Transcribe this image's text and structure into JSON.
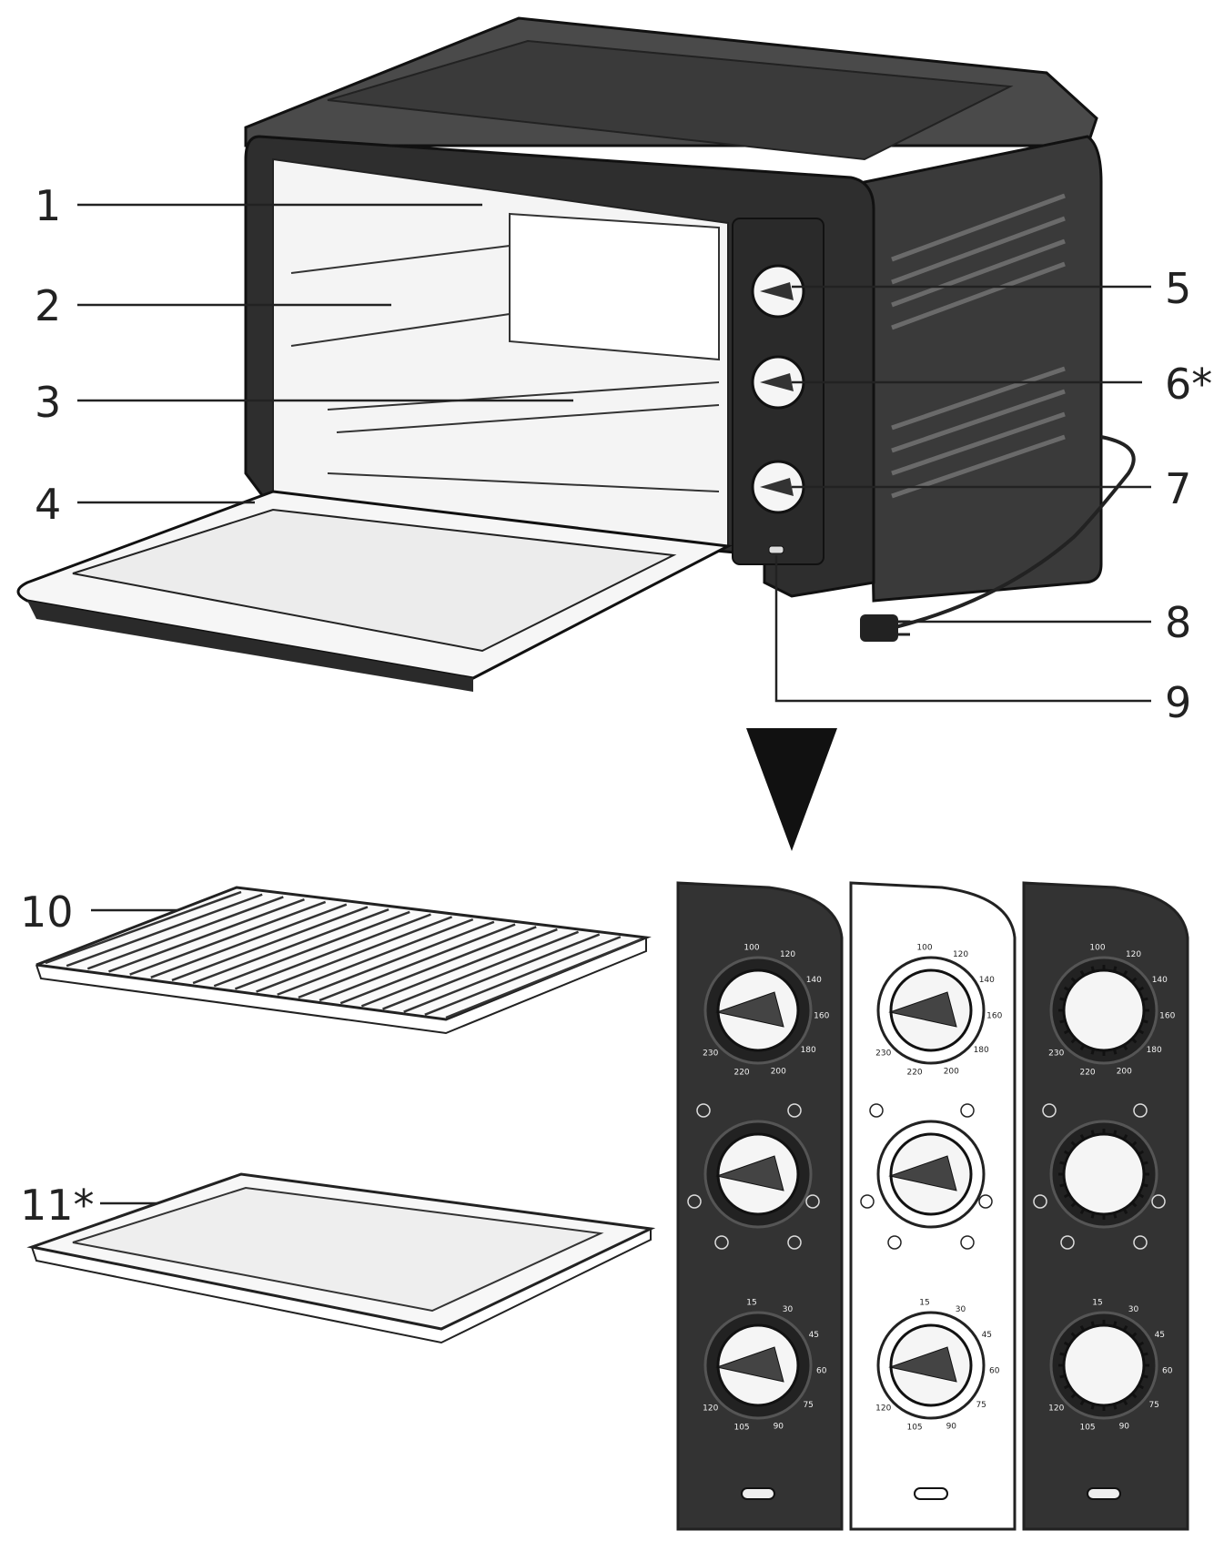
{
  "callouts": [
    {
      "id": "1",
      "label": "1"
    },
    {
      "id": "2",
      "label": "2"
    },
    {
      "id": "3",
      "label": "3"
    },
    {
      "id": "4",
      "label": "4"
    },
    {
      "id": "5",
      "label": "5"
    },
    {
      "id": "6",
      "label": "6*"
    },
    {
      "id": "7",
      "label": "7"
    },
    {
      "id": "8",
      "label": "8"
    },
    {
      "id": "9",
      "label": "9"
    },
    {
      "id": "10",
      "label": "10"
    },
    {
      "id": "11",
      "label": "11*"
    }
  ],
  "panel_variants": [
    "dark",
    "light",
    "dark-textured"
  ],
  "temp_scale": [
    "100",
    "120",
    "140",
    "160",
    "180",
    "200",
    "220",
    "230"
  ],
  "timer_scale": [
    "15",
    "30",
    "45",
    "60",
    "75",
    "90",
    "105",
    "120"
  ],
  "colors": {
    "ink": "#222222",
    "oven_body": "#2e2e2e",
    "panel_dark": "#333333",
    "panel_light": "#ffffff"
  }
}
